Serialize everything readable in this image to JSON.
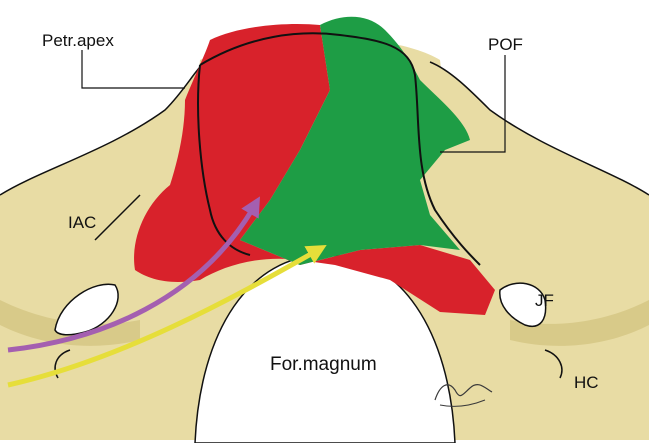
{
  "labels": {
    "petrous_apex": "Petr.apex",
    "pof": "POF",
    "iac": "IAC",
    "jf": "JF",
    "hc": "HC",
    "foramen_magnum": "For.magnum"
  },
  "colors": {
    "bone": "#e8dca4",
    "bone_shadow": "#d2c27e",
    "outline": "#111111",
    "red_region": "#d8222b",
    "green_region": "#1e9d45",
    "purple_arrow": "#a45fb0",
    "yellow_arrow": "#e6de3a"
  },
  "icons": {
    "signature": "artist-signature"
  }
}
